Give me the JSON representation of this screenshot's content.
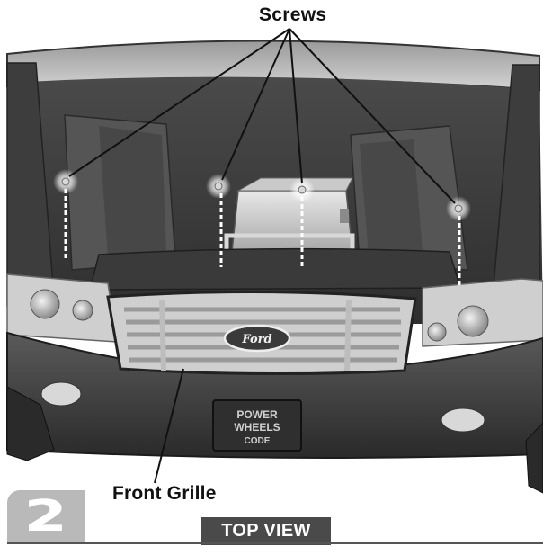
{
  "labels": {
    "screws": "Screws",
    "front_grille": "Front Grille",
    "view": "TOP VIEW"
  },
  "step": {
    "number": "2"
  },
  "grille_badge": "Ford",
  "plate": {
    "line1": "POWER",
    "line2": "WHEELS",
    "line3": "CODE"
  }
}
